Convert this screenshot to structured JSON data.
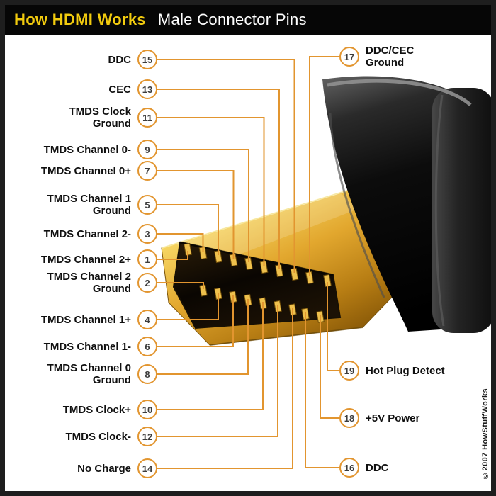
{
  "header": {
    "title": "How HDMI Works",
    "subtitle": "Male Connector Pins"
  },
  "credit": "©2007 HowStuffWorks",
  "colors": {
    "accent_orange": "#E2952F",
    "header_yellow": "#F2CB0E",
    "header_bg": "#060606",
    "gold": "#E2A72E"
  },
  "left_labels": [
    {
      "pin": "15",
      "lines": [
        "DDC"
      ]
    },
    {
      "pin": "13",
      "lines": [
        "CEC"
      ]
    },
    {
      "pin": "11",
      "lines": [
        "TMDS Clock",
        "Ground"
      ]
    },
    {
      "pin": "9",
      "lines": [
        "TMDS Channel 0-"
      ]
    },
    {
      "pin": "7",
      "lines": [
        "TMDS Channel 0+"
      ]
    },
    {
      "pin": "5",
      "lines": [
        "TMDS Channel 1",
        "Ground"
      ]
    },
    {
      "pin": "3",
      "lines": [
        "TMDS Channel 2-"
      ]
    },
    {
      "pin": "1",
      "lines": [
        "TMDS Channel 2+"
      ]
    },
    {
      "pin": "2",
      "lines": [
        "TMDS Channel 2",
        "Ground"
      ]
    },
    {
      "pin": "4",
      "lines": [
        "TMDS Channel 1+"
      ]
    },
    {
      "pin": "6",
      "lines": [
        "TMDS Channel 1-"
      ]
    },
    {
      "pin": "8",
      "lines": [
        "TMDS Channel 0",
        "Ground"
      ]
    },
    {
      "pin": "10",
      "lines": [
        "TMDS Clock+"
      ]
    },
    {
      "pin": "12",
      "lines": [
        "TMDS Clock-"
      ]
    },
    {
      "pin": "14",
      "lines": [
        "No Charge"
      ]
    }
  ],
  "right_labels": [
    {
      "pin": "17",
      "lines": [
        "DDC/CEC",
        "Ground"
      ]
    },
    {
      "pin": "19",
      "lines": [
        "Hot Plug Detect"
      ]
    },
    {
      "pin": "18",
      "lines": [
        "+5V Power"
      ]
    },
    {
      "pin": "16",
      "lines": [
        "DDC"
      ]
    }
  ]
}
